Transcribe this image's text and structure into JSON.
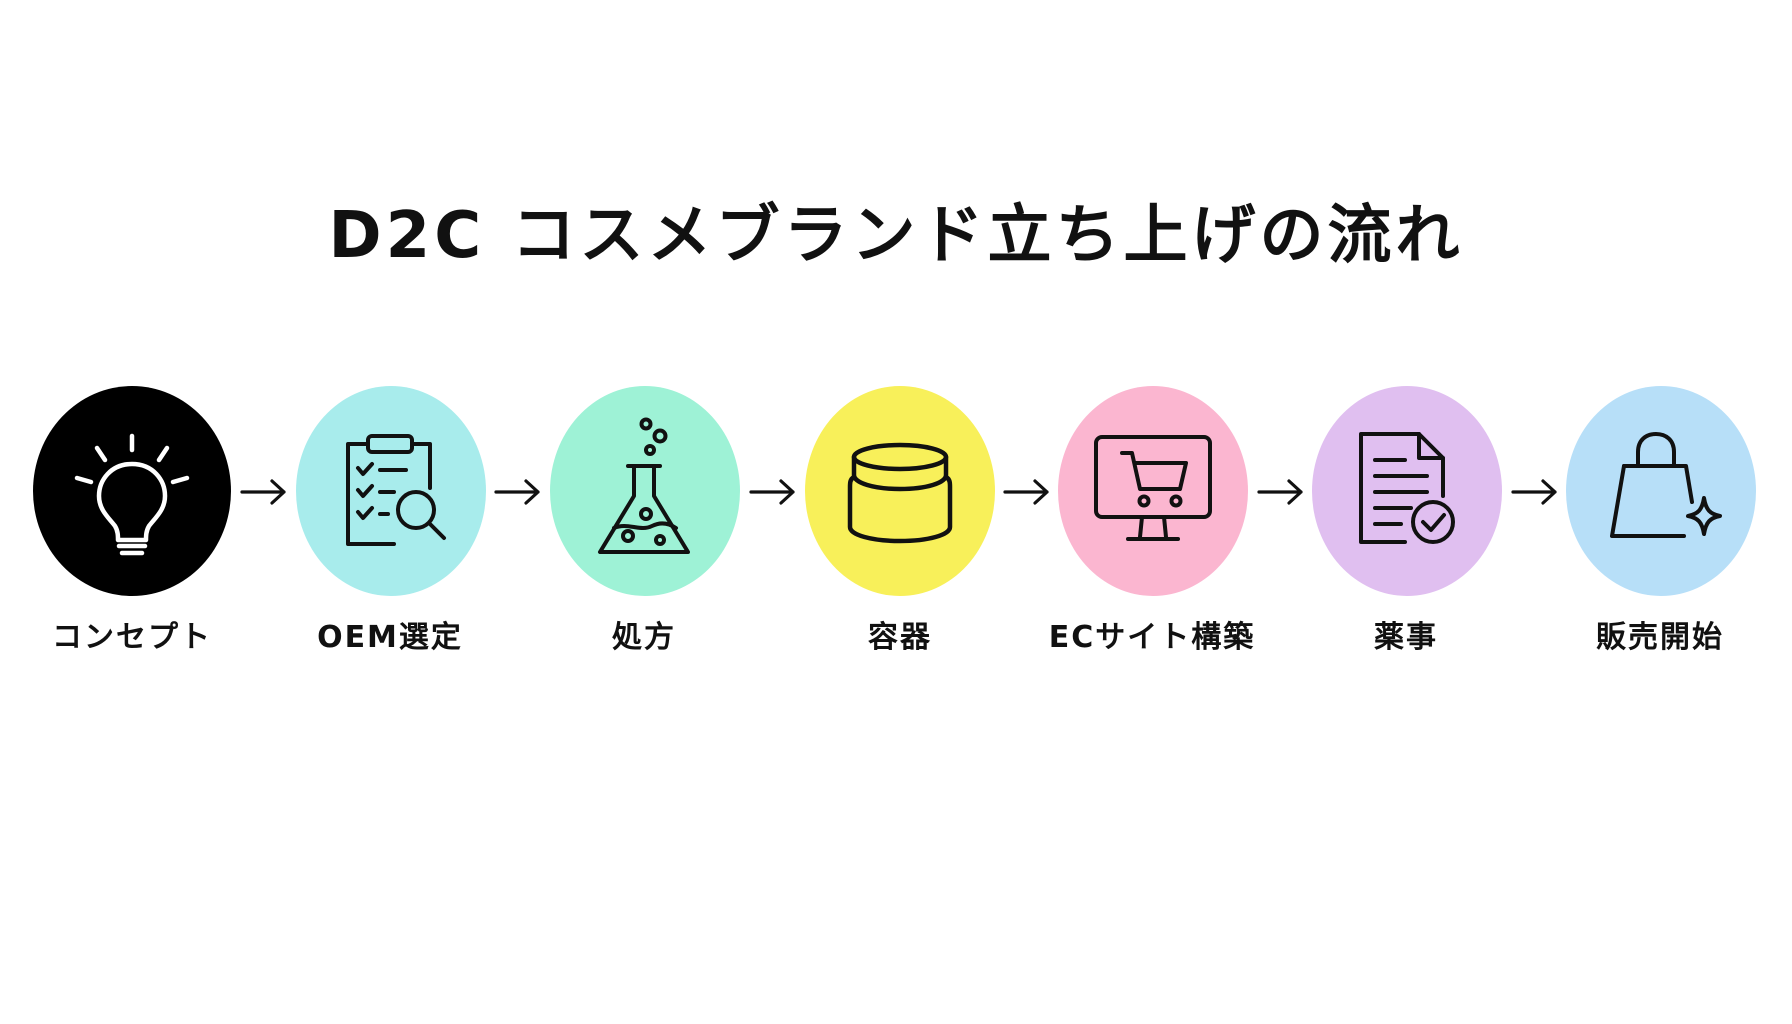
{
  "title": "D2C コスメブランド立ち上げの流れ",
  "steps": [
    {
      "label": "コンセプト",
      "icon": "lightbulb-icon",
      "color": "#000000"
    },
    {
      "label": "OEM選定",
      "icon": "clipboard-search-icon",
      "color": "#a8ecec"
    },
    {
      "label": "処方",
      "icon": "flask-icon",
      "color": "#9ef2d6"
    },
    {
      "label": "容器",
      "icon": "jar-icon",
      "color": "#f8f05a"
    },
    {
      "label": "ECサイト構築",
      "icon": "monitor-cart-icon",
      "color": "#fbb6d0"
    },
    {
      "label": "薬事",
      "icon": "document-check-icon",
      "color": "#e0bff0"
    },
    {
      "label": "販売開始",
      "icon": "shopping-bag-sparkle-icon",
      "color": "#b7dff8"
    }
  ],
  "arrow_icon": "arrow-right-icon"
}
